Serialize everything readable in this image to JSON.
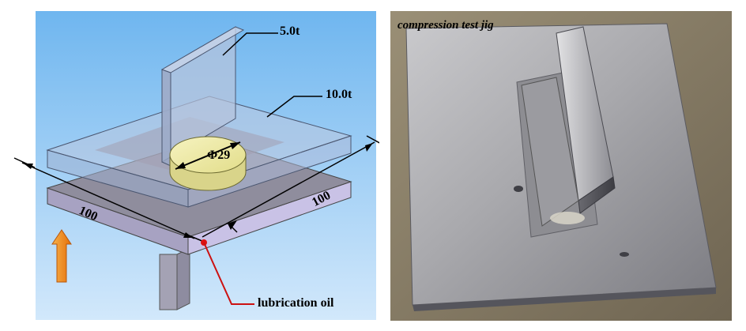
{
  "diagram": {
    "labels": {
      "plate_5t": "5.0t",
      "plate_10t": "10.0t",
      "diameter": "Φ29",
      "dim_left": "100",
      "dim_right": "100",
      "oil": "lubrication oil"
    },
    "colors": {
      "background_top": "#6fb6ef",
      "background_bottom": "#cfe6fa",
      "base_plate": "#a8a6b8",
      "transparent_plate": "#b8c4dc",
      "specimen": "#e8e49a",
      "arrow": "#f08a10",
      "oil_dot": "#dd1111"
    },
    "arrow_direction": "up"
  },
  "photo": {
    "caption": "compression test jig"
  }
}
